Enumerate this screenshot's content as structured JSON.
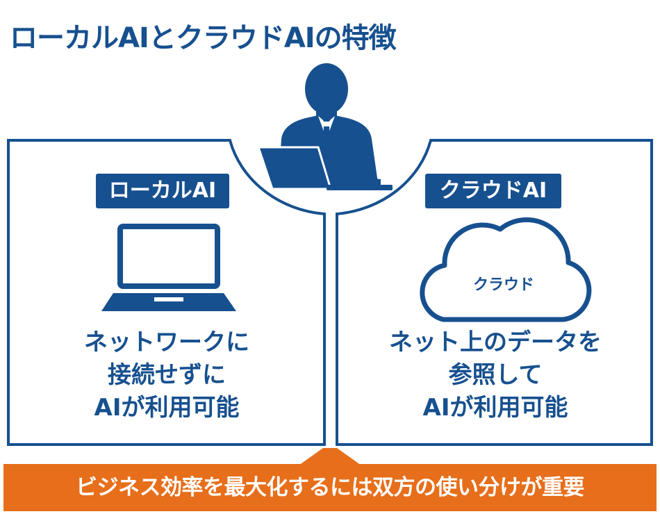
{
  "title": "ローカルAIとクラウドAIの特徴",
  "local": {
    "badge": "ローカルAI",
    "lines": [
      "ネットワークに",
      "接続せずに",
      "AIが利用可能"
    ]
  },
  "cloud": {
    "badge": "クラウドAI",
    "icon_label": "クラウド",
    "lines": [
      "ネット上のデータを",
      "参照して",
      "AIが利用可能"
    ]
  },
  "banner": "ビジネス効率を最大化するには双方の使い分けが重要",
  "colors": {
    "primary": "#17508f",
    "accent": "#e76e1a",
    "background": "#ffffff"
  },
  "icons": {
    "person": "businessman-laptop-icon",
    "local": "laptop-icon",
    "cloud": "cloud-icon"
  }
}
